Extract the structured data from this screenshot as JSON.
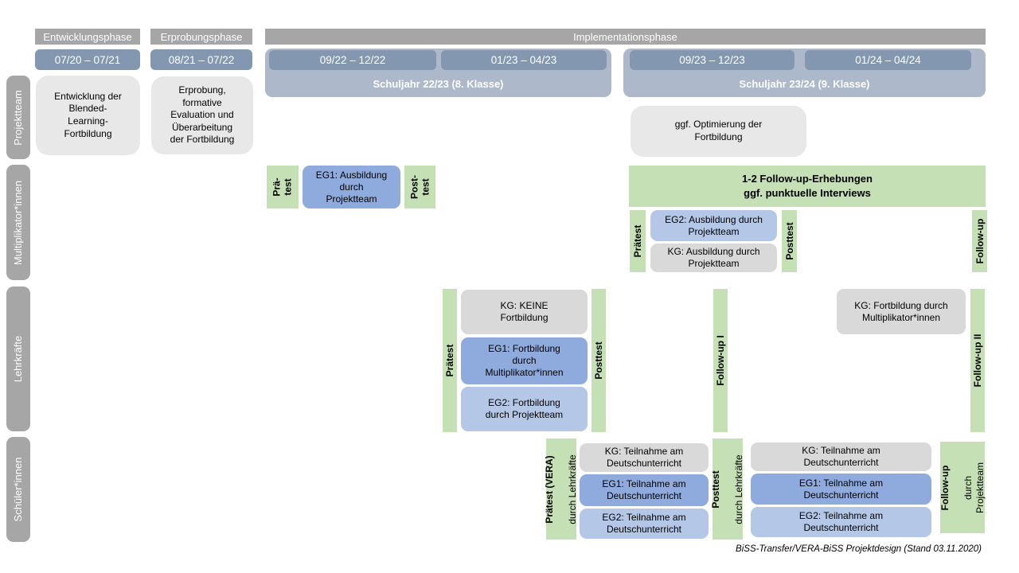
{
  "caption": "BiSS-Transfer/VERA-BiSS Projektdesign (Stand 03.11.2020)",
  "colors": {
    "phase_header_gray": "#a6a6a6",
    "date_bar_blue": "#8497b0",
    "school_year_blue": "#adb9ca",
    "row_label_gray": "#a6a6a6",
    "project_box_gray": "#e9e8e8",
    "kg_box_gray": "#d9d9d9",
    "eg1_box_blue": "#8faadc",
    "eg2_box_blue": "#b4c7e7",
    "test_green": "#c5e0b4"
  },
  "phases": {
    "p1": "Entwicklungsphase",
    "p2": "Erprobungsphase",
    "p3": "Implementationsphase"
  },
  "periods": {
    "p1": "07/20 – 07/21",
    "p2": "08/21 – 07/22",
    "p3": "09/22 – 12/22",
    "p4": "01/23 – 04/23",
    "p5": "09/23 – 12/23",
    "p6": "01/24 – 04/24"
  },
  "school_years": {
    "sy1": "Schuljahr 22/23 (8. Klasse)",
    "sy2": "Schuljahr 23/24 (9. Klasse)"
  },
  "row_labels": {
    "projektteam": "Projektteam",
    "multiplikatoren": "Multiplikator*innen",
    "lehrkraefte": "Lehrkräfte",
    "schueler": "Schüler*innen"
  },
  "projektteam": {
    "entwicklung_box": "Entwicklung der\nBlended-\nLearning-\nFortbildung",
    "erprobung_box": "Erprobung,\nformative\nEvaluation und\nÜberarbeitung\nder Fortbildung",
    "optimierung_box": "ggf. Optimierung der\nFortbildung"
  },
  "multiplikatoren": {
    "praetest1": "Prä-\ntest",
    "eg1": "EG1: Ausbildung\ndurch\nProjektteam",
    "posttest1": "Post-\ntest",
    "followup_banner": "1-2 Follow-up-Erhebungen\nggf. punktuelle Interviews",
    "praetest2": "Prätest",
    "eg2": "EG2: Ausbildung durch\nProjektteam",
    "kg": "KG: Ausbildung durch\nProjektteam",
    "posttest2": "Posttest",
    "followup": "Follow-up"
  },
  "lehrkraefte": {
    "praetest": "Prätest",
    "kg": "KG: KEINE\nFortbildung",
    "eg1": "EG1: Fortbildung\ndurch\nMultiplikator*innen",
    "eg2": "EG2: Fortbildung\ndurch Projektteam",
    "posttest": "Posttest",
    "followup1": "Follow-up I",
    "kg2": "KG: Fortbildung durch\nMultiplikator*innen",
    "followup2": "Follow-up II"
  },
  "schueler": {
    "praetest_main": "Prätest (VERA)",
    "praetest_sub": "durch Lehrkräfte",
    "kg1": "KG: Teilnahme am\nDeutschunterricht",
    "eg1a": "EG1: Teilnahme am\nDeutschunterricht",
    "eg2a": "EG2: Teilnahme am\nDeutschunterricht",
    "posttest_main": "Posttest",
    "posttest_sub": "durch Lehrkräfte",
    "kg2": "KG: Teilnahme am\nDeutschunterricht",
    "eg1b": "EG1: Teilnahme am\nDeutschunterricht",
    "eg2b": "EG2: Teilnahme am\nDeutschunterricht",
    "followup_main": "Follow-up",
    "followup_sub": "durch\nProjektteam"
  }
}
